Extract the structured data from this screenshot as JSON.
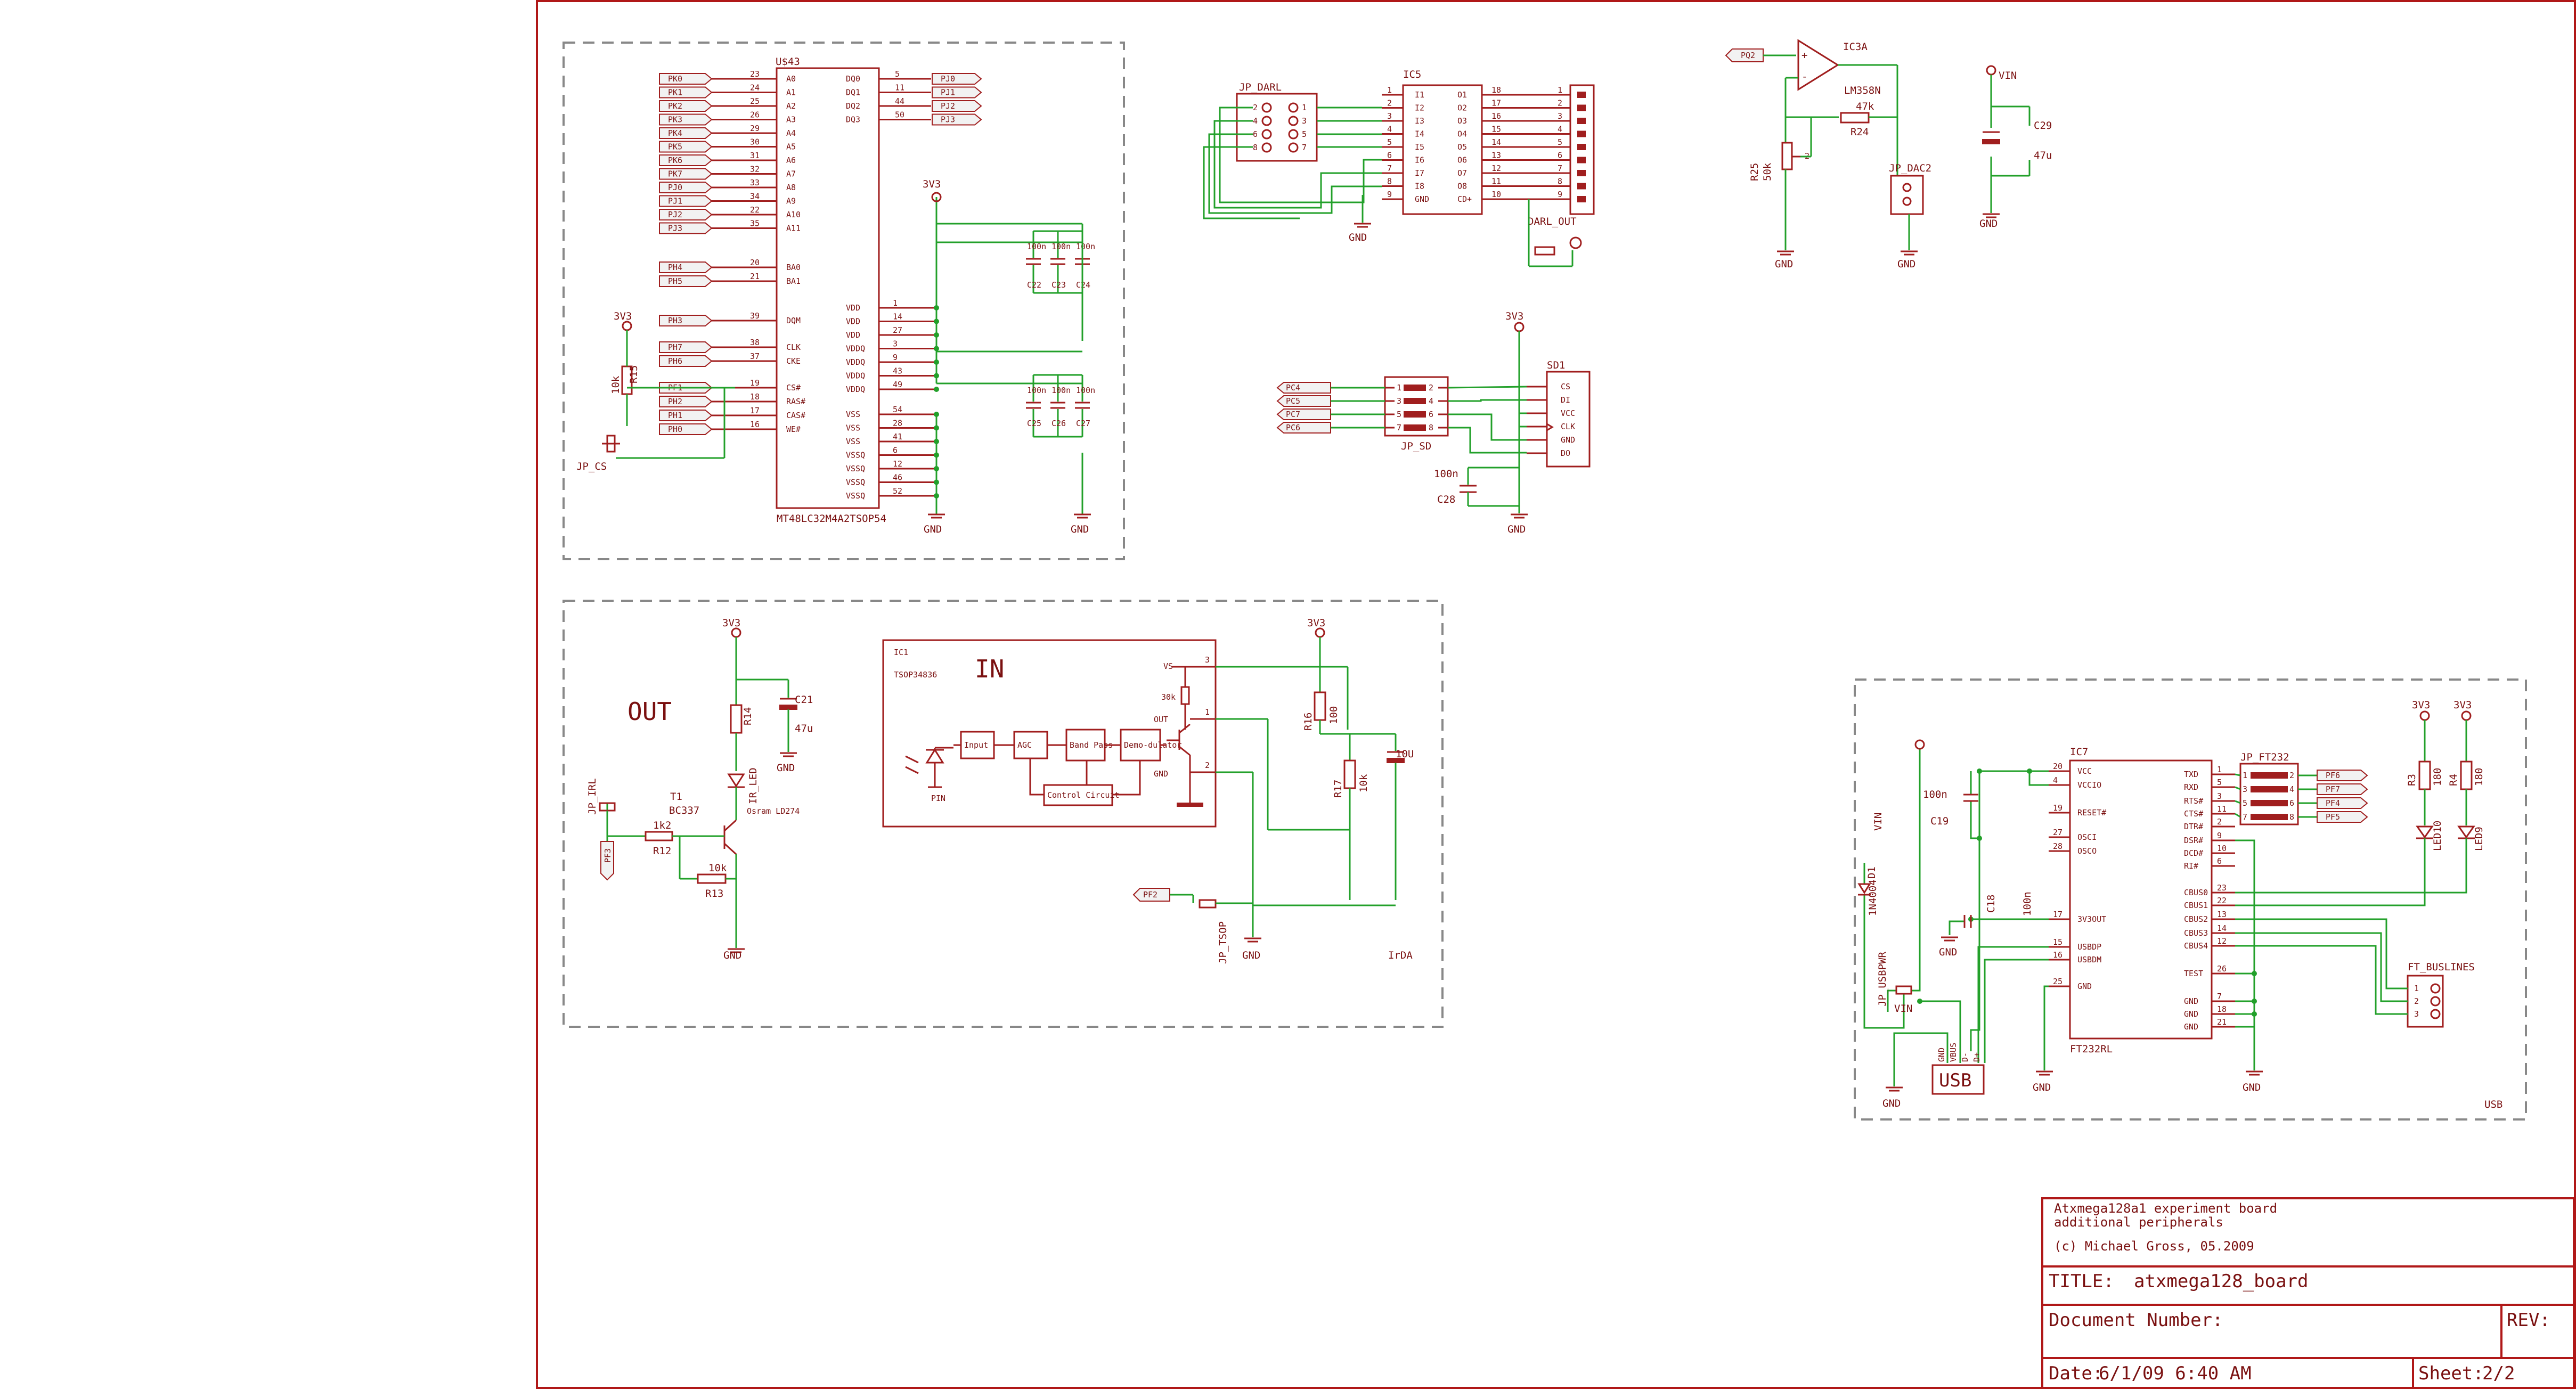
{
  "colors": {
    "symbol": "#a01e1e",
    "wire": "#22a02a",
    "frame": "#b01818",
    "group": "#888888"
  },
  "icons": {
    "vcc": "power-up-icon",
    "gnd": "ground-icon",
    "opamp": "triangle-icon"
  },
  "sdram": {
    "ref": "U$43",
    "part": "MT48LC32M4A2TSOP54",
    "left_pins": [
      {
        "net": "PK0",
        "num": "23",
        "name": "A0"
      },
      {
        "net": "PK1",
        "num": "24",
        "name": "A1"
      },
      {
        "net": "PK2",
        "num": "25",
        "name": "A2"
      },
      {
        "net": "PK3",
        "num": "26",
        "name": "A3"
      },
      {
        "net": "PK4",
        "num": "29",
        "name": "A4"
      },
      {
        "net": "PK5",
        "num": "30",
        "name": "A5"
      },
      {
        "net": "PK6",
        "num": "31",
        "name": "A6"
      },
      {
        "net": "PK7",
        "num": "32",
        "name": "A7"
      },
      {
        "net": "PJ0",
        "num": "33",
        "name": "A8"
      },
      {
        "net": "PJ1",
        "num": "34",
        "name": "A9"
      },
      {
        "net": "PJ2",
        "num": "22",
        "name": "A10"
      },
      {
        "net": "PJ3",
        "num": "35",
        "name": "A11"
      }
    ],
    "ba_pins": [
      {
        "net": "PH4",
        "num": "20",
        "name": "BA0"
      },
      {
        "net": "PH5",
        "num": "21",
        "name": "BA1"
      }
    ],
    "dqm_pin": {
      "net": "PH3",
      "num": "39",
      "name": "DQM"
    },
    "clk_pins": [
      {
        "net": "PH7",
        "num": "38",
        "name": "CLK"
      },
      {
        "net": "PH6",
        "num": "37",
        "name": "CKE"
      }
    ],
    "ctrl_pins": [
      {
        "net": "PF1",
        "num": "19",
        "name": "CS#"
      },
      {
        "net": "PH2",
        "num": "18",
        "name": "RAS#"
      },
      {
        "net": "PH1",
        "num": "17",
        "name": "CAS#"
      },
      {
        "net": "PH0",
        "num": "16",
        "name": "WE#"
      }
    ],
    "dq_pins": [
      {
        "num": "5",
        "name": "DQ0",
        "net": "PJ0"
      },
      {
        "num": "11",
        "name": "DQ1",
        "net": "PJ1"
      },
      {
        "num": "44",
        "name": "DQ2",
        "net": "PJ2"
      },
      {
        "num": "50",
        "name": "DQ3",
        "net": "PJ3"
      }
    ],
    "vdd_pins": [
      {
        "num": "1",
        "name": "VDD"
      },
      {
        "num": "14",
        "name": "VDD"
      },
      {
        "num": "27",
        "name": "VDD"
      },
      {
        "num": "3",
        "name": "VDDQ"
      },
      {
        "num": "9",
        "name": "VDDQ"
      },
      {
        "num": "43",
        "name": "VDDQ"
      },
      {
        "num": "49",
        "name": "VDDQ"
      }
    ],
    "vss_pins": [
      {
        "num": "54",
        "name": "VSS"
      },
      {
        "num": "28",
        "name": "VSS"
      },
      {
        "num": "41",
        "name": "VSS"
      },
      {
        "num": "6",
        "name": "VSSQ"
      },
      {
        "num": "12",
        "name": "VSSQ"
      },
      {
        "num": "46",
        "name": "VSSQ"
      },
      {
        "num": "52",
        "name": "VSSQ"
      }
    ],
    "supply": "3V3",
    "gnd": "GND",
    "caps_top": [
      "C22",
      "C23",
      "C24"
    ],
    "caps_bot": [
      "C25",
      "C26",
      "C27"
    ],
    "cap_val": "100n",
    "r15": {
      "ref": "R15",
      "val": "10k",
      "supply": "3V3"
    },
    "jp_cs": "JP_CS"
  },
  "darl": {
    "ic": "IC5",
    "jp": "JP_DARL",
    "conn": "DARL_OUT",
    "inputs": [
      {
        "num": "1",
        "name": "I1"
      },
      {
        "num": "2",
        "name": "I2"
      },
      {
        "num": "3",
        "name": "I3"
      },
      {
        "num": "4",
        "name": "I4"
      },
      {
        "num": "5",
        "name": "I5"
      },
      {
        "num": "6",
        "name": "I6"
      },
      {
        "num": "7",
        "name": "I7"
      },
      {
        "num": "8",
        "name": "I8"
      },
      {
        "num": "9",
        "name": "GND"
      }
    ],
    "outputs": [
      {
        "num": "18",
        "name": "O1"
      },
      {
        "num": "17",
        "name": "O2"
      },
      {
        "num": "16",
        "name": "O3"
      },
      {
        "num": "15",
        "name": "O4"
      },
      {
        "num": "14",
        "name": "O5"
      },
      {
        "num": "13",
        "name": "O6"
      },
      {
        "num": "12",
        "name": "O7"
      },
      {
        "num": "11",
        "name": "O8"
      },
      {
        "num": "10",
        "name": "CD+"
      }
    ],
    "conn_pins": [
      "1",
      "2",
      "3",
      "4",
      "5",
      "6",
      "7",
      "8",
      "9"
    ],
    "jp_pins": [
      "1",
      "2",
      "3",
      "4",
      "5",
      "6",
      "7",
      "8"
    ],
    "gnd": "GND"
  },
  "dac": {
    "ic": "IC3A",
    "part": "LM358N",
    "net": "PQ2",
    "r24": "R24",
    "r24_val": "47k",
    "r25": "R25",
    "r25_val": "50k",
    "pot_pin": "2",
    "jp": "JP_DAC2",
    "c29": "C29",
    "c29_val": "47u",
    "vin": "VIN",
    "gnd": "GND",
    "plus": "+",
    "minus": "-"
  },
  "sd": {
    "jp": "JP_SD",
    "conn": "SD1",
    "nets": [
      "PC4",
      "PC5",
      "PC7",
      "PC6"
    ],
    "pins": [
      "CS",
      "DI",
      "VCC",
      "CLK",
      "GND",
      "DO"
    ],
    "jp_nums": [
      "1",
      "2",
      "3",
      "4",
      "5",
      "6",
      "7",
      "8"
    ],
    "supply": "3V3",
    "gnd": "GND",
    "cap": "C28",
    "cap_val": "100n"
  },
  "ir_out": {
    "title": "OUT",
    "supply": "3V3",
    "gnd": "GND",
    "r14": "R14",
    "c21": "C21",
    "c21_val": "47u",
    "led": "IR_LED",
    "led_note": "Osram LD274",
    "t1": "T1",
    "t1_part": "BC337",
    "r12": "R12",
    "r12_val": "1k2",
    "r13": "R13",
    "r13_val": "10k",
    "jp": "JP_IRL",
    "net": "PF3"
  },
  "ir_in": {
    "title": "IN",
    "ic": "IC1",
    "part": "TSOP34836",
    "blocks": [
      "Input",
      "AGC",
      "Band Pass",
      "Demo-dulator",
      "Control Circuit"
    ],
    "pin_labels": [
      "VS",
      "30k",
      "OUT",
      "GND",
      "PIN"
    ],
    "pin_nums": [
      "3",
      "1",
      "2"
    ],
    "supply": "3V3",
    "r16": "R16",
    "r16_val": "100",
    "r17": "R17",
    "r17_val": "10k",
    "cap_val": "10U",
    "net": "PF2",
    "jp": "JP_TSOP",
    "gnd": "GND",
    "note": "IrDA"
  },
  "usb": {
    "ic": "IC7",
    "part": "FT232RL",
    "label": "USB",
    "left_pins": [
      {
        "num": "20",
        "name": "VCC"
      },
      {
        "num": "4",
        "name": "VCCIO"
      },
      {
        "num": "19",
        "name": "RESET#"
      },
      {
        "num": "27",
        "name": "OSCI"
      },
      {
        "num": "28",
        "name": "OSCO"
      },
      {
        "num": "17",
        "name": "3V3OUT"
      },
      {
        "num": "15",
        "name": "USBDP"
      },
      {
        "num": "16",
        "name": "USBDM"
      },
      {
        "num": "25",
        "name": "GND"
      }
    ],
    "right_pins": [
      {
        "num": "1",
        "name": "TXD"
      },
      {
        "num": "5",
        "name": "RXD"
      },
      {
        "num": "3",
        "name": "RTS#"
      },
      {
        "num": "11",
        "name": "CTS#"
      },
      {
        "num": "2",
        "name": "DTR#"
      },
      {
        "num": "9",
        "name": "DSR#"
      },
      {
        "num": "10",
        "name": "DCD#"
      },
      {
        "num": "6",
        "name": "RI#"
      },
      {
        "num": "23",
        "name": "CBUS0"
      },
      {
        "num": "22",
        "name": "CBUS1"
      },
      {
        "num": "13",
        "name": "CBUS2"
      },
      {
        "num": "14",
        "name": "CBUS3"
      },
      {
        "num": "12",
        "name": "CBUS4"
      },
      {
        "num": "26",
        "name": "TEST"
      },
      {
        "num": "7",
        "name": "GND"
      },
      {
        "num": "18",
        "name": "GND"
      },
      {
        "num": "21",
        "name": "GND"
      }
    ],
    "jp_ft": "JP_FT232",
    "nets": [
      "PF6",
      "PF7",
      "PF4",
      "PF5"
    ],
    "c19": "C19",
    "c19_val": "100n",
    "c18": "C18",
    "c18_val": "100n",
    "d1": "D1",
    "d1_part": "1N4004",
    "vin": "VIN",
    "jp_pwr": "JP_USBPWR",
    "conn_pins": [
      "GND",
      "VBUS",
      "D-",
      "D+"
    ],
    "r3": "R3",
    "r4": "R4",
    "r_val": "180",
    "led9": "LED9",
    "led10": "LED10",
    "supply": "3V3",
    "gnd": "GND",
    "bus": "FT_BUSLINES",
    "bus_pins": [
      "1",
      "2",
      "3"
    ]
  },
  "title_block": {
    "desc1": "Atxmega128a1 experiment board",
    "desc2": "additional peripherals",
    "author": "(c) Michael Gross, 05.2009",
    "title_label": "TITLE:",
    "title": "atxmega128_board",
    "doc_label": "Document Number:",
    "rev_label": "REV:",
    "date_label": "Date:",
    "date": "6/1/09 6:40 AM",
    "sheet_label": "Sheet:",
    "sheet": "2/2"
  }
}
